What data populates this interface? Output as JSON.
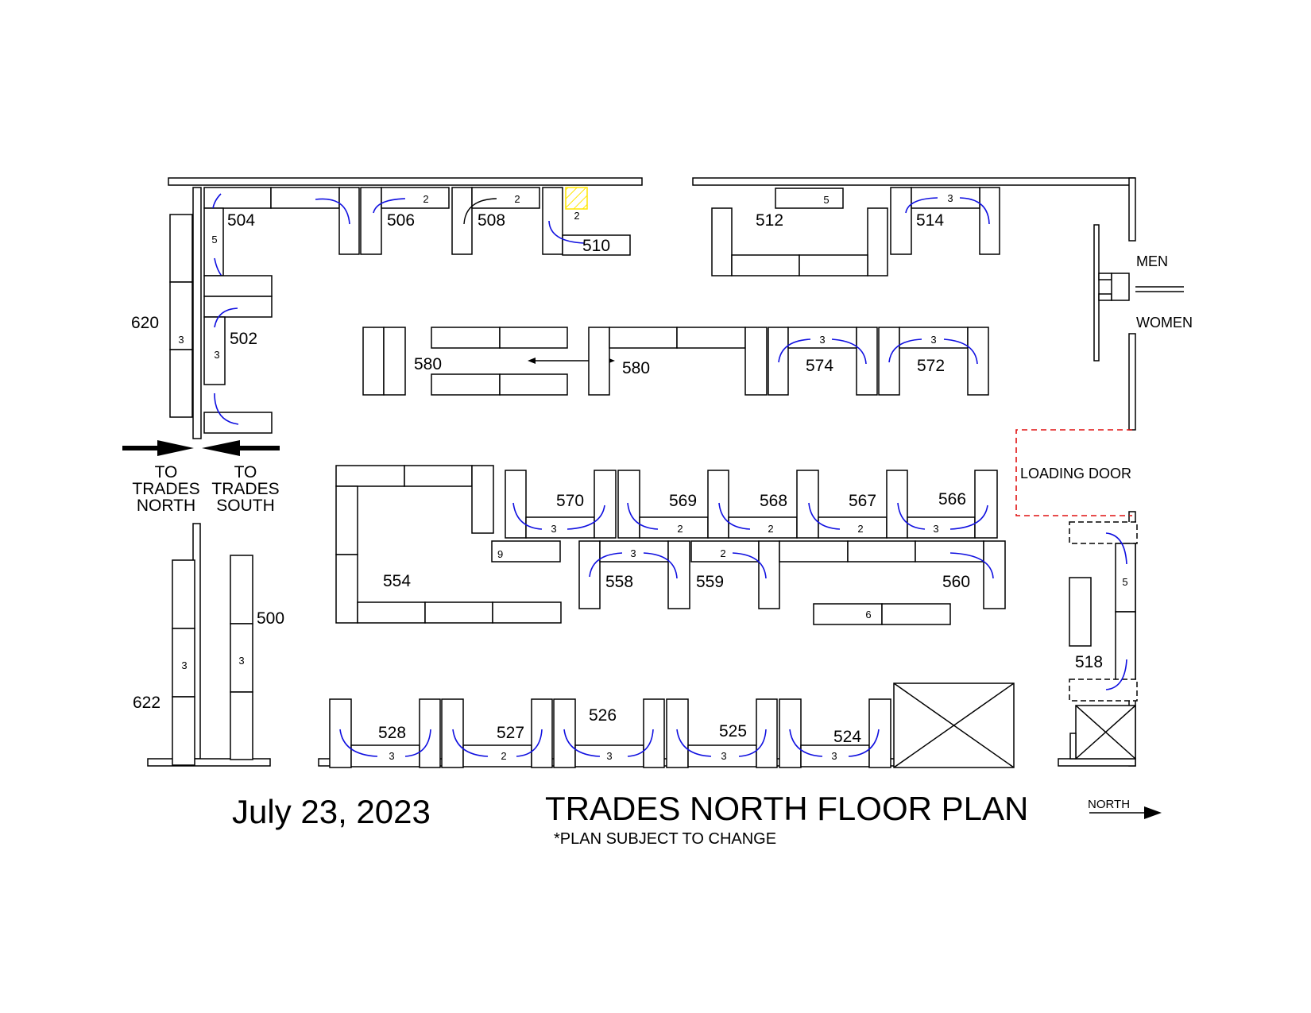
{
  "title": "TRADES NORTH FLOOR PLAN",
  "date": "July 23, 2023",
  "subtitle": "*PLAN SUBJECT TO CHANGE",
  "north_label": "NORTH",
  "labels": {
    "men": "MEN",
    "women": "WOMEN",
    "loading_door": "LOADING DOOR",
    "to_trades_north": [
      "TO",
      "TRADES",
      "NORTH"
    ],
    "to_trades_south": [
      "TO",
      "TRADES",
      "SOUTH"
    ]
  },
  "booths": {
    "b500": "500",
    "b502": "502",
    "b504": "504",
    "b506": "506",
    "b508": "508",
    "b510": "510",
    "b512": "512",
    "b514": "514",
    "b518": "518",
    "b524": "524",
    "b525": "525",
    "b526": "526",
    "b527": "527",
    "b528": "528",
    "b554": "554",
    "b558": "558",
    "b559": "559",
    "b560": "560",
    "b566": "566",
    "b567": "567",
    "b568": "568",
    "b569": "569",
    "b570": "570",
    "b572": "572",
    "b574": "574",
    "b580a": "580",
    "b580b": "580",
    "b620": "620",
    "b622": "622"
  },
  "counts": {
    "c504": "5",
    "c506": "2",
    "c508": "2",
    "c510": "2",
    "c512": "5",
    "c514": "3",
    "c502": "3",
    "c620": "3",
    "c574": "3",
    "c572": "3",
    "c570": "3",
    "c569": "2",
    "c568": "2",
    "c567": "2",
    "c566": "3",
    "c9": "9",
    "c558": "3",
    "c559": "2",
    "c6": "6",
    "c518": "5",
    "c622": "3",
    "c500": "3",
    "c528": "3",
    "c527": "2",
    "c526": "3",
    "c525": "3",
    "c524": "3"
  },
  "colors": {
    "walls": "#000000",
    "booth_area_arcs": "#1010e0",
    "loading_door": "#e01010",
    "highlight": "#ffe600"
  }
}
